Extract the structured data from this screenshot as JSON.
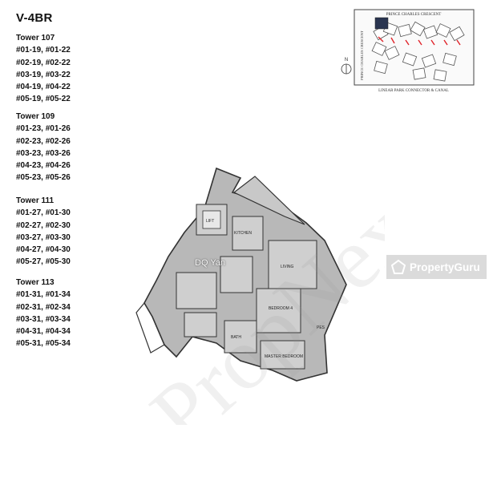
{
  "unit_type": "V-4BR",
  "towers": [
    {
      "name": "Tower 107",
      "units": [
        "#01-19, #01-22",
        "#02-19, #02-22",
        "#03-19, #03-22",
        "#04-19, #04-22",
        "#05-19, #05-22"
      ]
    },
    {
      "name": "Tower 109",
      "units": [
        "#01-23, #01-26",
        "#02-23, #02-26",
        "#03-23, #03-26",
        "#04-23, #04-26",
        "#05-23, #05-26"
      ]
    },
    {
      "name": "Tower 111",
      "units": [
        "#01-27, #01-30",
        "#02-27, #02-30",
        "#03-27, #03-30",
        "#04-27, #04-30",
        "#05-27, #05-30"
      ]
    },
    {
      "name": "Tower 113",
      "units": [
        "#01-31, #01-34",
        "#02-31, #02-34",
        "#03-31, #03-34",
        "#04-31, #04-34",
        "#05-31, #05-34"
      ]
    }
  ],
  "keyplan": {
    "street_top": "PRINCE CHARLES CRESCENT",
    "street_side": "PRINCE CHARLES CRESCENT",
    "street_bottom": "LINEAR PARK CONNECTOR & CANAL",
    "north": "N",
    "highlight_color": "#e0242a"
  },
  "floorplan": {
    "rooms": [
      "LIFT",
      "LIVING",
      "BEDROOM 4",
      "MASTER BEDROOM",
      "BATH",
      "KITCHEN",
      "PES"
    ]
  },
  "watermark": "PropNex",
  "credit": "DQ Yan",
  "logo": "PropertyGuru"
}
